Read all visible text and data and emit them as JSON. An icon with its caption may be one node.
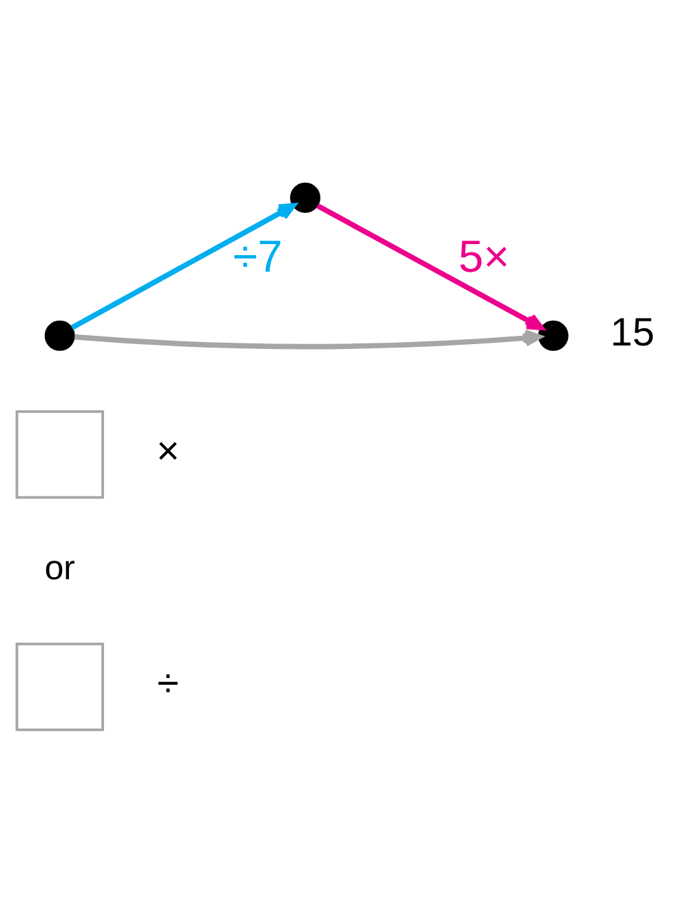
{
  "diagram": {
    "nodes": [
      {
        "text": [],
        "shape": "circle"
      },
      {
        "text": [],
        "shape": "circle"
      },
      {
        "text": [],
        "shape": "circle",
        "beside": [
          "15"
        ]
      },
      {
        "text": [],
        "shape": "box",
        "beside": [
          "×"
        ]
      },
      {
        "text": [],
        "shape": "box",
        "beside": [
          "÷"
        ]
      }
    ],
    "edges": [
      {
        "from": 1,
        "to": 0,
        "arrow": "to",
        "label": "÷7",
        "color": "#00aeef"
      },
      {
        "from": 0,
        "to": 2,
        "arrow": "to",
        "label": "5×",
        "color": "#ec008c"
      },
      {
        "from": 1,
        "to": 2,
        "arrow": "to",
        "color": "#a6a6a6"
      }
    ],
    "labels": [
      "or"
    ]
  }
}
